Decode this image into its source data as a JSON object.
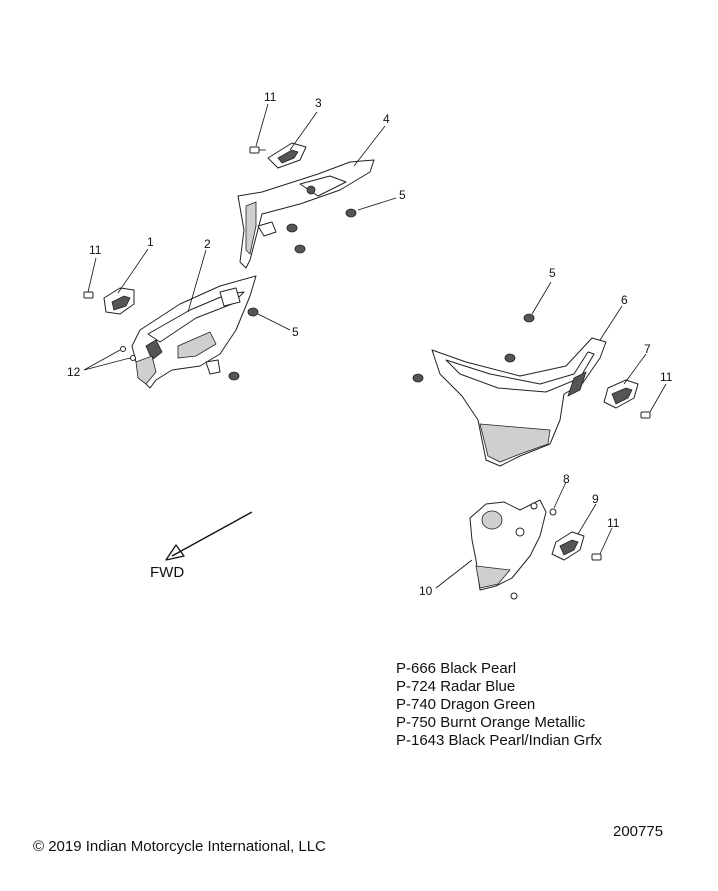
{
  "callouts": {
    "c11a": "11",
    "c3": "3",
    "c4": "4",
    "c5a": "5",
    "c11b": "11",
    "c1": "1",
    "c2": "2",
    "c5b": "5",
    "c12": "12",
    "c5c": "5",
    "c6": "6",
    "c7": "7",
    "c11c": "11",
    "c8": "8",
    "c9": "9",
    "c11d": "11",
    "c10": "10"
  },
  "fwd_label": "FWD",
  "color_codes": [
    "P-666 Black Pearl",
    "P-724 Radar Blue",
    "P-740 Dragon Green",
    "P-750 Burnt Orange Metallic",
    "P-1643 Black Pearl/Indian Grfx"
  ],
  "copyright": "© 2019 Indian Motorcycle International, LLC",
  "doc_number": "200775"
}
